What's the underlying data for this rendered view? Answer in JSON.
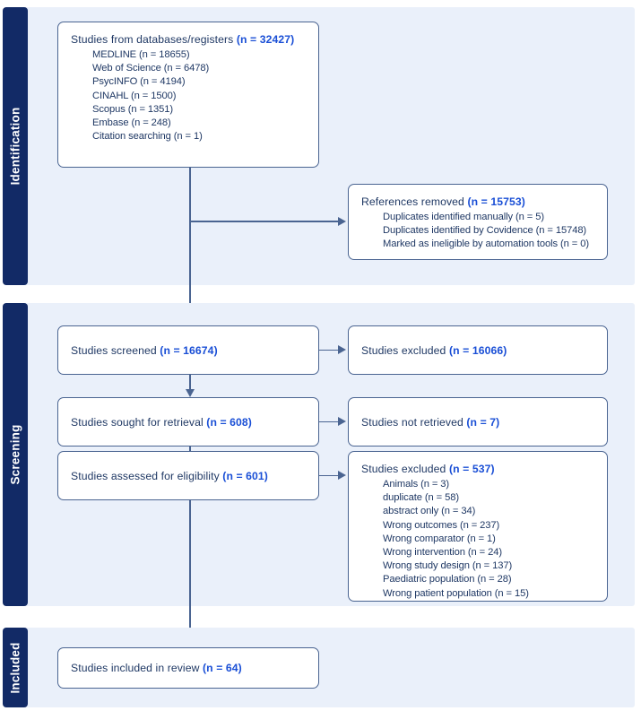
{
  "diagram": {
    "type": "prisma-flow-diagram",
    "colors": {
      "panel_background": "#eaf0fa",
      "sidebar": "#122a66",
      "box_border": "#4a6491",
      "text": "#1f3864",
      "accent": "#1a4fd6",
      "page_background": "#ffffff"
    }
  },
  "phases": {
    "identification": "Identification",
    "screening": "Screening",
    "included": "Included"
  },
  "boxes": {
    "databases": {
      "title": "Studies from databases/registers",
      "count": "(n = 32427)",
      "sources": [
        "MEDLINE (n = 18655)",
        "Web of Science (n = 6478)",
        "PsycINFO (n = 4194)",
        "CINAHL (n = 1500)",
        "Scopus (n = 1351)",
        "Embase (n = 248)",
        "Citation searching (n = 1)"
      ]
    },
    "references_removed": {
      "title": "References removed",
      "count": "(n = 15753)",
      "reasons": [
        "Duplicates identified manually (n = 5)",
        "Duplicates identified by Covidence (n = 15748)",
        "Marked as ineligible by automation tools (n = 0)"
      ]
    },
    "screened": {
      "title": "Studies screened",
      "count": "(n = 16674)"
    },
    "screened_excluded": {
      "title": "Studies excluded",
      "count": "(n = 16066)"
    },
    "sought": {
      "title": "Studies sought for retrieval",
      "count": "(n = 608)"
    },
    "not_retrieved": {
      "title": "Studies not retrieved",
      "count": "(n = 7)"
    },
    "assessed": {
      "title": "Studies assessed for eligibility",
      "count": "(n = 601)"
    },
    "eligibility_excluded": {
      "title": "Studies excluded",
      "count": "(n = 537)",
      "reasons": [
        "Animals (n = 3)",
        "duplicate (n = 58)",
        "abstract only (n = 34)",
        "Wrong outcomes (n = 237)",
        "Wrong comparator (n = 1)",
        "Wrong intervention (n = 24)",
        "Wrong study design (n = 137)",
        "Paediatric population (n = 28)",
        "Wrong patient population (n = 15)"
      ]
    },
    "included": {
      "title": "Studies included in review",
      "count": "(n = 64)"
    }
  }
}
